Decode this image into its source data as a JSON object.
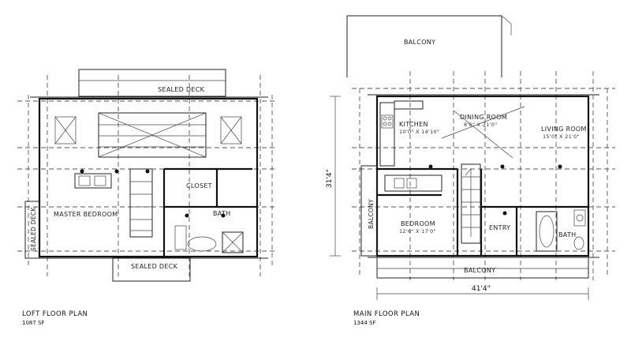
{
  "loft": {
    "title": "LOFT FLOOR PLAN",
    "area": "1087 SF",
    "rooms": {
      "sealed_deck_top": "SEALED DECK",
      "sealed_deck_bottom": "SEALED DECK",
      "sealed_deck_left": "SEALED DECK",
      "master_bedroom": "MASTER BEDROOM",
      "closet": "CLOSET",
      "bath": "BATH"
    }
  },
  "main": {
    "title": "MAIN FLOOR PLAN",
    "area": "1344 SF",
    "rooms": {
      "balcony_top": "BALCONY",
      "balcony_left": "BALCONY",
      "balcony_bottom": "BALCONY",
      "kitchen": "KITCHEN",
      "kitchen_dim": "10'0\" X 14'10\"",
      "dining": "DINING ROOM",
      "dining_dim": "8'6\" X 21'0\"",
      "living": "LIVING ROOM",
      "living_dim": "15'0\" X 21'0\"",
      "bedroom": "BEDROOM",
      "bedroom_dim": "12'6\" X 17'0\"",
      "entry": "ENTRY",
      "bath": "BATH"
    },
    "dimensions": {
      "height": "31'4\"",
      "width": "41'4\""
    }
  }
}
